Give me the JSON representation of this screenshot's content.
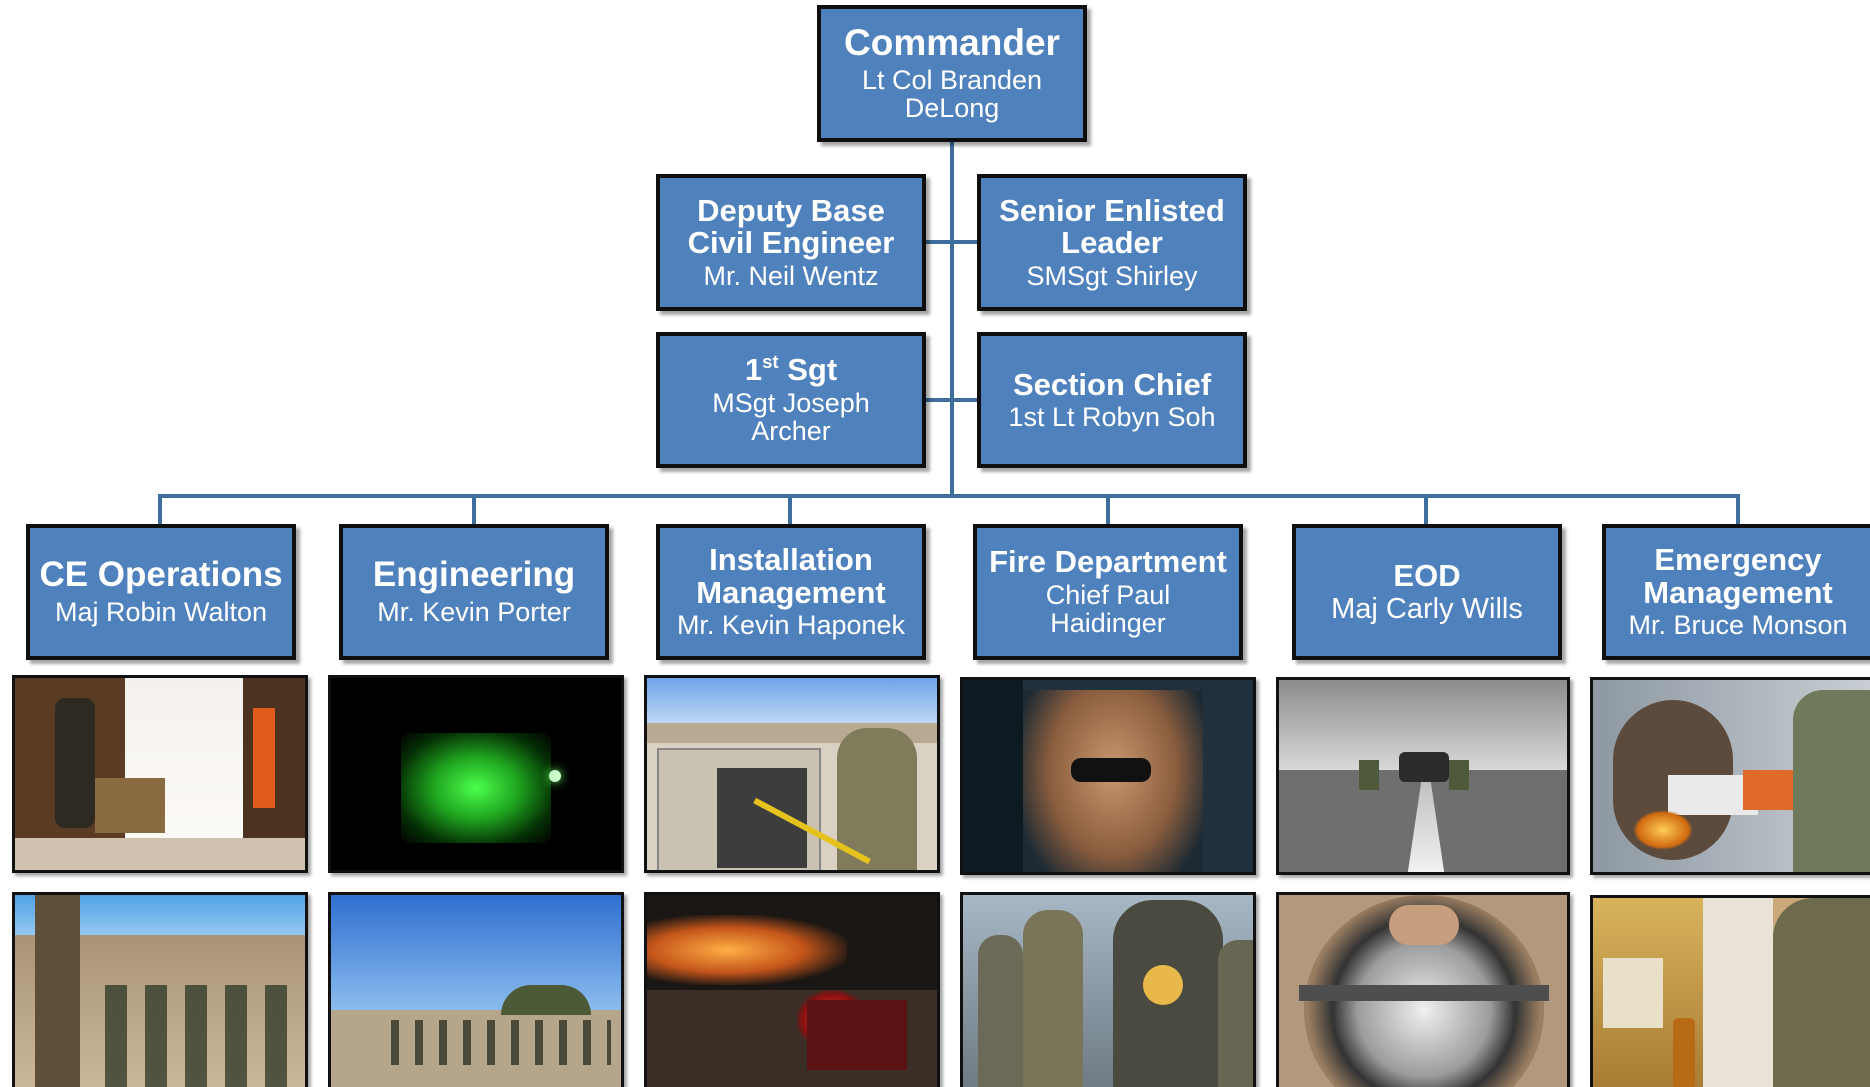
{
  "commander": {
    "title": "Commander",
    "name": "Lt Col Branden DeLong"
  },
  "staff": [
    {
      "title": "Deputy Base Civil Engineer",
      "name": "Mr. Neil Wentz"
    },
    {
      "title": "Senior Enlisted Leader",
      "name": "SMSgt Shirley"
    },
    {
      "title_base": "1",
      "title_sup": "st",
      "title_rest": " Sgt",
      "name": "MSgt Joseph Archer"
    },
    {
      "title": "Section Chief",
      "name": "1st Lt Robyn Soh"
    }
  ],
  "flights": [
    {
      "title": "CE Operations",
      "name": "Maj Robin Walton"
    },
    {
      "title": "Engineering",
      "name": "Mr. Kevin Porter"
    },
    {
      "title": "Installation Management",
      "name": "Mr. Kevin Haponek"
    },
    {
      "title": "Fire Department",
      "name": "Chief Paul Haidinger"
    },
    {
      "title": "EOD",
      "name": "Maj Carly Wills"
    },
    {
      "title": "Emergency Management",
      "name": "Mr. Bruce Monson"
    }
  ],
  "colors": {
    "box_fill": "#4f81bd",
    "box_border": "#0f0f0f",
    "connector": "#3f6e9e",
    "text": "#ffffff"
  },
  "photos": [
    "ce-operations-photo-1",
    "engineering-photo-1",
    "installation-management-photo-1",
    "fire-department-photo-1",
    "eod-photo-1",
    "emergency-management-photo-1",
    "ce-operations-photo-2",
    "engineering-photo-2",
    "installation-management-photo-2",
    "fire-department-photo-2",
    "eod-photo-2",
    "emergency-management-photo-2"
  ]
}
